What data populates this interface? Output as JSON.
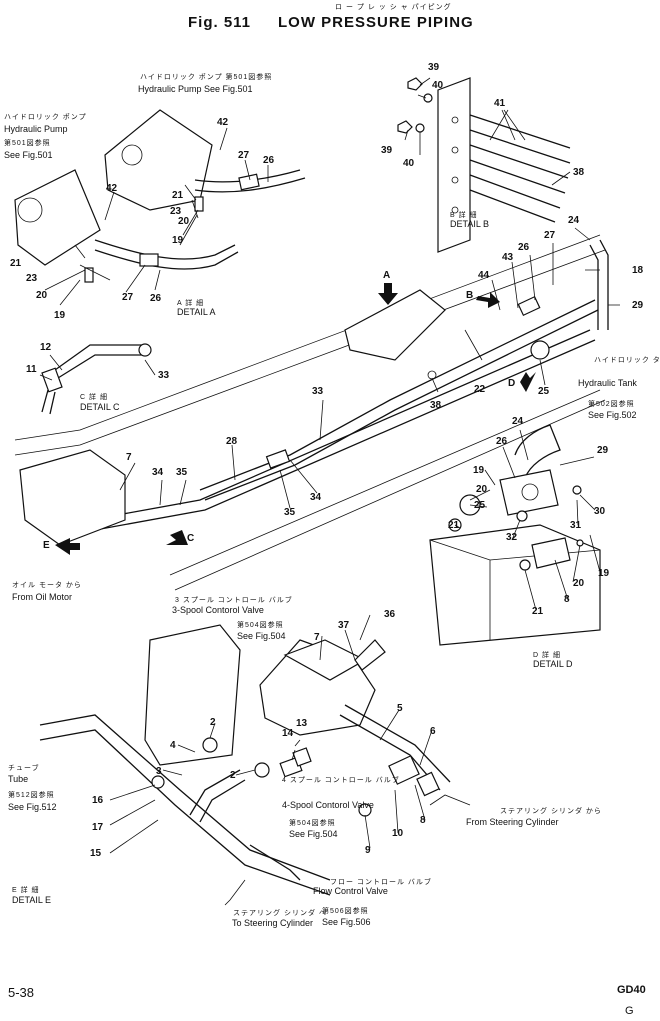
{
  "header": {
    "jp_title": "ロ ー プ レ ッ シ ャ パイピング",
    "fig_label": "Fig. 511",
    "title": "LOW PRESSURE PIPING"
  },
  "callouts": [
    {
      "jp": "ハイドロリック ポンプ",
      "en": "Hydraulic Pump",
      "ref": "第501図参照",
      "see": "See Fig.501"
    },
    {
      "jp": "ハイドロリック ポンプ 第501図参照",
      "en": "Hydraulic Pump  See Fig.501"
    },
    {
      "jp": "ハイドロリック タンク",
      "en": "Hydraulic Tank",
      "ref": "第502図参照",
      "see": "See Fig.502"
    },
    {
      "jp": "オイル モータ から",
      "en": "From Oil Motor"
    },
    {
      "jp": "3 スプール コントロール バルブ",
      "en": "3-Spool Contorol Valve",
      "ref": "第504図参照",
      "see": "See Fig.504"
    },
    {
      "jp": "チューブ",
      "en": "Tube",
      "ref": "第512図参照",
      "see": "See Fig.512"
    },
    {
      "jp": "4 スプール コントロール バルブ",
      "en": "4-Spool Contorol Valve",
      "ref": "第504図参照",
      "see": "See Fig.504"
    },
    {
      "jp": "ステアリング シリンダ から",
      "en": "From Steering Cylinder"
    },
    {
      "jp": "フロー コントロール バルブ",
      "en": "Flow Control Valve",
      "ref": "第506図参照",
      "see": "See Fig.506"
    },
    {
      "jp": "ステアリング シリンダ へ",
      "en": "To Steering Cylinder"
    }
  ],
  "details": {
    "a": {
      "jp": "A 詳 細",
      "en": "DETAIL A"
    },
    "b": {
      "jp": "B 詳 細",
      "en": "DETAIL B"
    },
    "c": {
      "jp": "C 詳 細",
      "en": "DETAIL C"
    },
    "d": {
      "jp": "D 詳 細",
      "en": "DETAIL D"
    },
    "e": {
      "jp": "E 詳 細",
      "en": "DETAIL E"
    }
  },
  "view_markers": {
    "a": "A",
    "b": "B",
    "c": "C",
    "d": "D",
    "e": "E"
  },
  "part_numbers": [
    "39",
    "40",
    "41",
    "39",
    "40",
    "38",
    "42",
    "27",
    "26",
    "42",
    "21",
    "23",
    "20",
    "19",
    "21",
    "23",
    "20",
    "19",
    "27",
    "26",
    "24",
    "27",
    "26",
    "43",
    "44",
    "18",
    "29",
    "12",
    "11",
    "33",
    "22",
    "25",
    "38",
    "33",
    "28",
    "7",
    "34",
    "35",
    "34",
    "35",
    "24",
    "26",
    "29",
    "19",
    "20",
    "25",
    "21",
    "32",
    "30",
    "31",
    "20",
    "19",
    "21",
    "8",
    "36",
    "37",
    "7",
    "5",
    "6",
    "2",
    "4",
    "3",
    "2",
    "14",
    "13",
    "16",
    "17",
    "15",
    "10",
    "8",
    "9"
  ],
  "footer": {
    "page": "5-38",
    "model": "GD40",
    "corner": "G"
  }
}
